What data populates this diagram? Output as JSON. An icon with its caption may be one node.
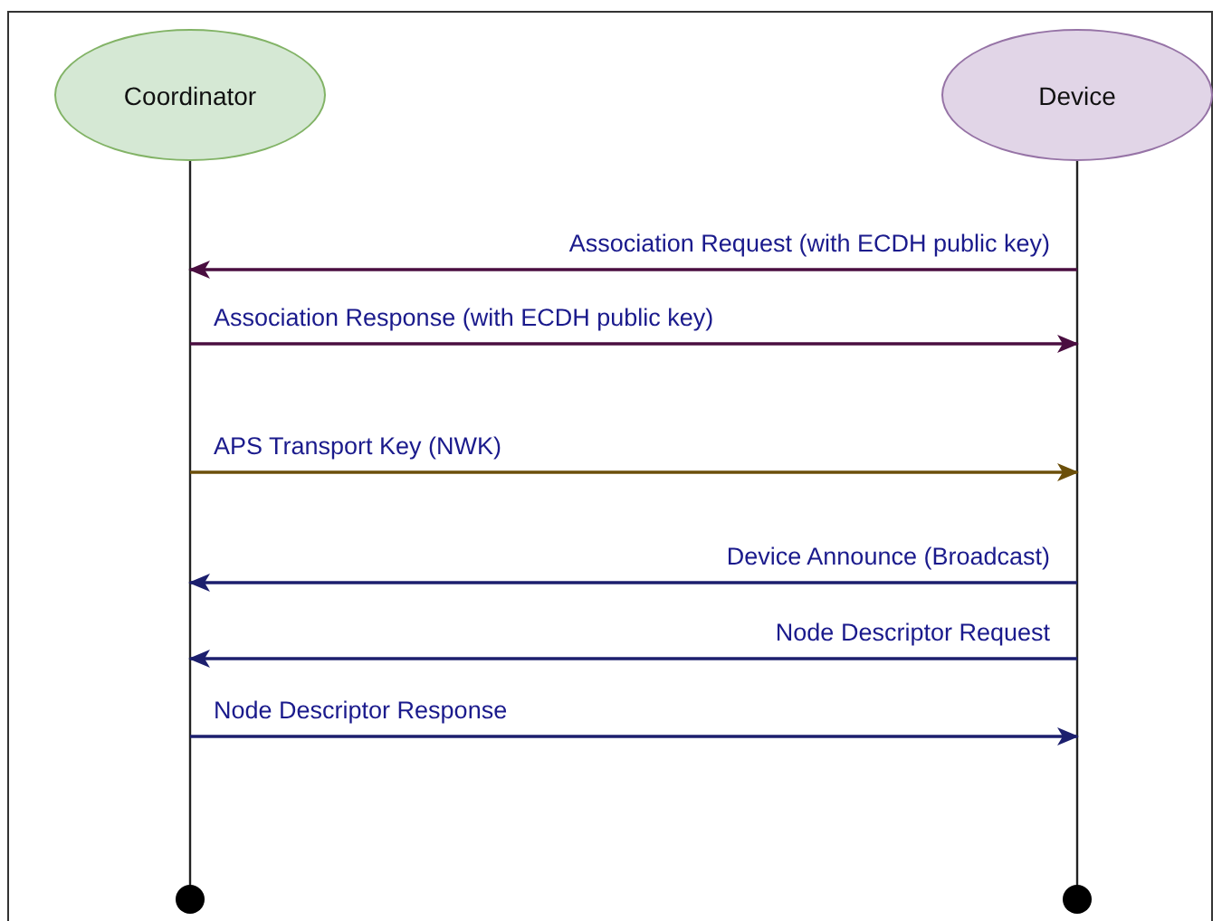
{
  "diagram": {
    "nodes": [
      {
        "text": [
          "Coordinator"
        ]
      },
      {
        "text": [
          "Device"
        ]
      },
      {
        "text": [],
        "shape": "lifeline"
      },
      {
        "text": [],
        "shape": "lifeline"
      }
    ],
    "edges": [
      {
        "from": 3,
        "to": 2,
        "arrow": "to",
        "label": "Association Request (with ECDH public key)",
        "color": "#4a0e40"
      },
      {
        "from": 2,
        "to": 3,
        "arrow": "to",
        "label": "Association Response (with ECDH public key)",
        "color": "#4a0e40"
      },
      {
        "from": 2,
        "to": 3,
        "arrow": "to",
        "label": "APS Transport Key (NWK)",
        "color": "#6b4f0a"
      },
      {
        "from": 3,
        "to": 2,
        "arrow": "to",
        "label": "Device Announce (Broadcast)",
        "color": "#1c1f6e"
      },
      {
        "from": 3,
        "to": 2,
        "arrow": "to",
        "label": "Node Descriptor Request",
        "color": "#1c1f6e"
      },
      {
        "from": 2,
        "to": 3,
        "arrow": "to",
        "label": "Node Descriptor Response",
        "color": "#1c1f6e"
      }
    ]
  }
}
